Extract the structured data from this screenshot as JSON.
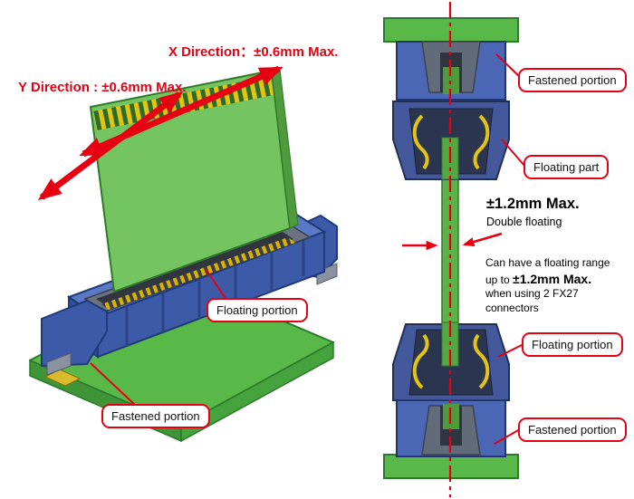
{
  "diagram": {
    "left_view": {
      "x_direction_label": "X Direction：±0.6mm Max.",
      "y_direction_label": "Y Direction : ±0.6mm Max.",
      "callout_floating": "Floating portion",
      "callout_fastened": "Fastened portion"
    },
    "right_view": {
      "callout_fastened_top": "Fastened portion",
      "callout_floating_part": "Floating part",
      "callout_floating": "Floating portion",
      "callout_fastened_bottom": "Fastened portion",
      "double_floating_value": "±1.2mm Max.",
      "double_floating_label": "Double floating",
      "note_line1": "Can have a floating range",
      "note_line2_prefix": "up to ",
      "note_line2_value": "±1.2mm Max.",
      "note_line3": "when using 2 FX27",
      "note_line4": "connectors"
    },
    "colors": {
      "accent_red": "#e60012",
      "board_green": "#5cb24a",
      "plate_green": "#58b948",
      "body_blue": "#4a66b4",
      "contact_gold": "#e3c410"
    }
  }
}
